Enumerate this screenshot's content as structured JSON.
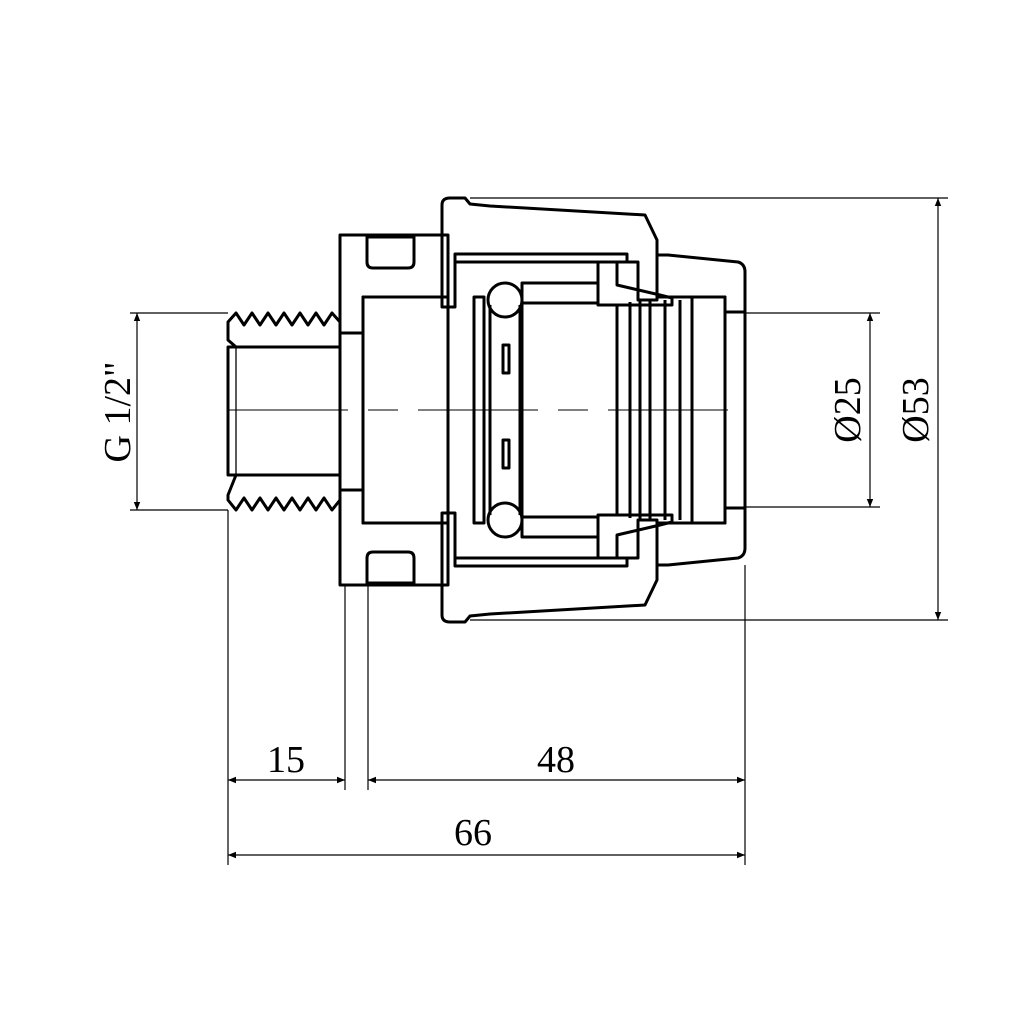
{
  "drawing": {
    "title": "Compression fitting with male thread - section view",
    "line_color": "#000000",
    "background": "#ffffff"
  },
  "dimensions": {
    "thread": "G 1/2\"",
    "pipe_diameter": "Ø25",
    "outer_diameter": "Ø53",
    "thread_length": "15",
    "body_length": "48",
    "total_length": "66"
  }
}
